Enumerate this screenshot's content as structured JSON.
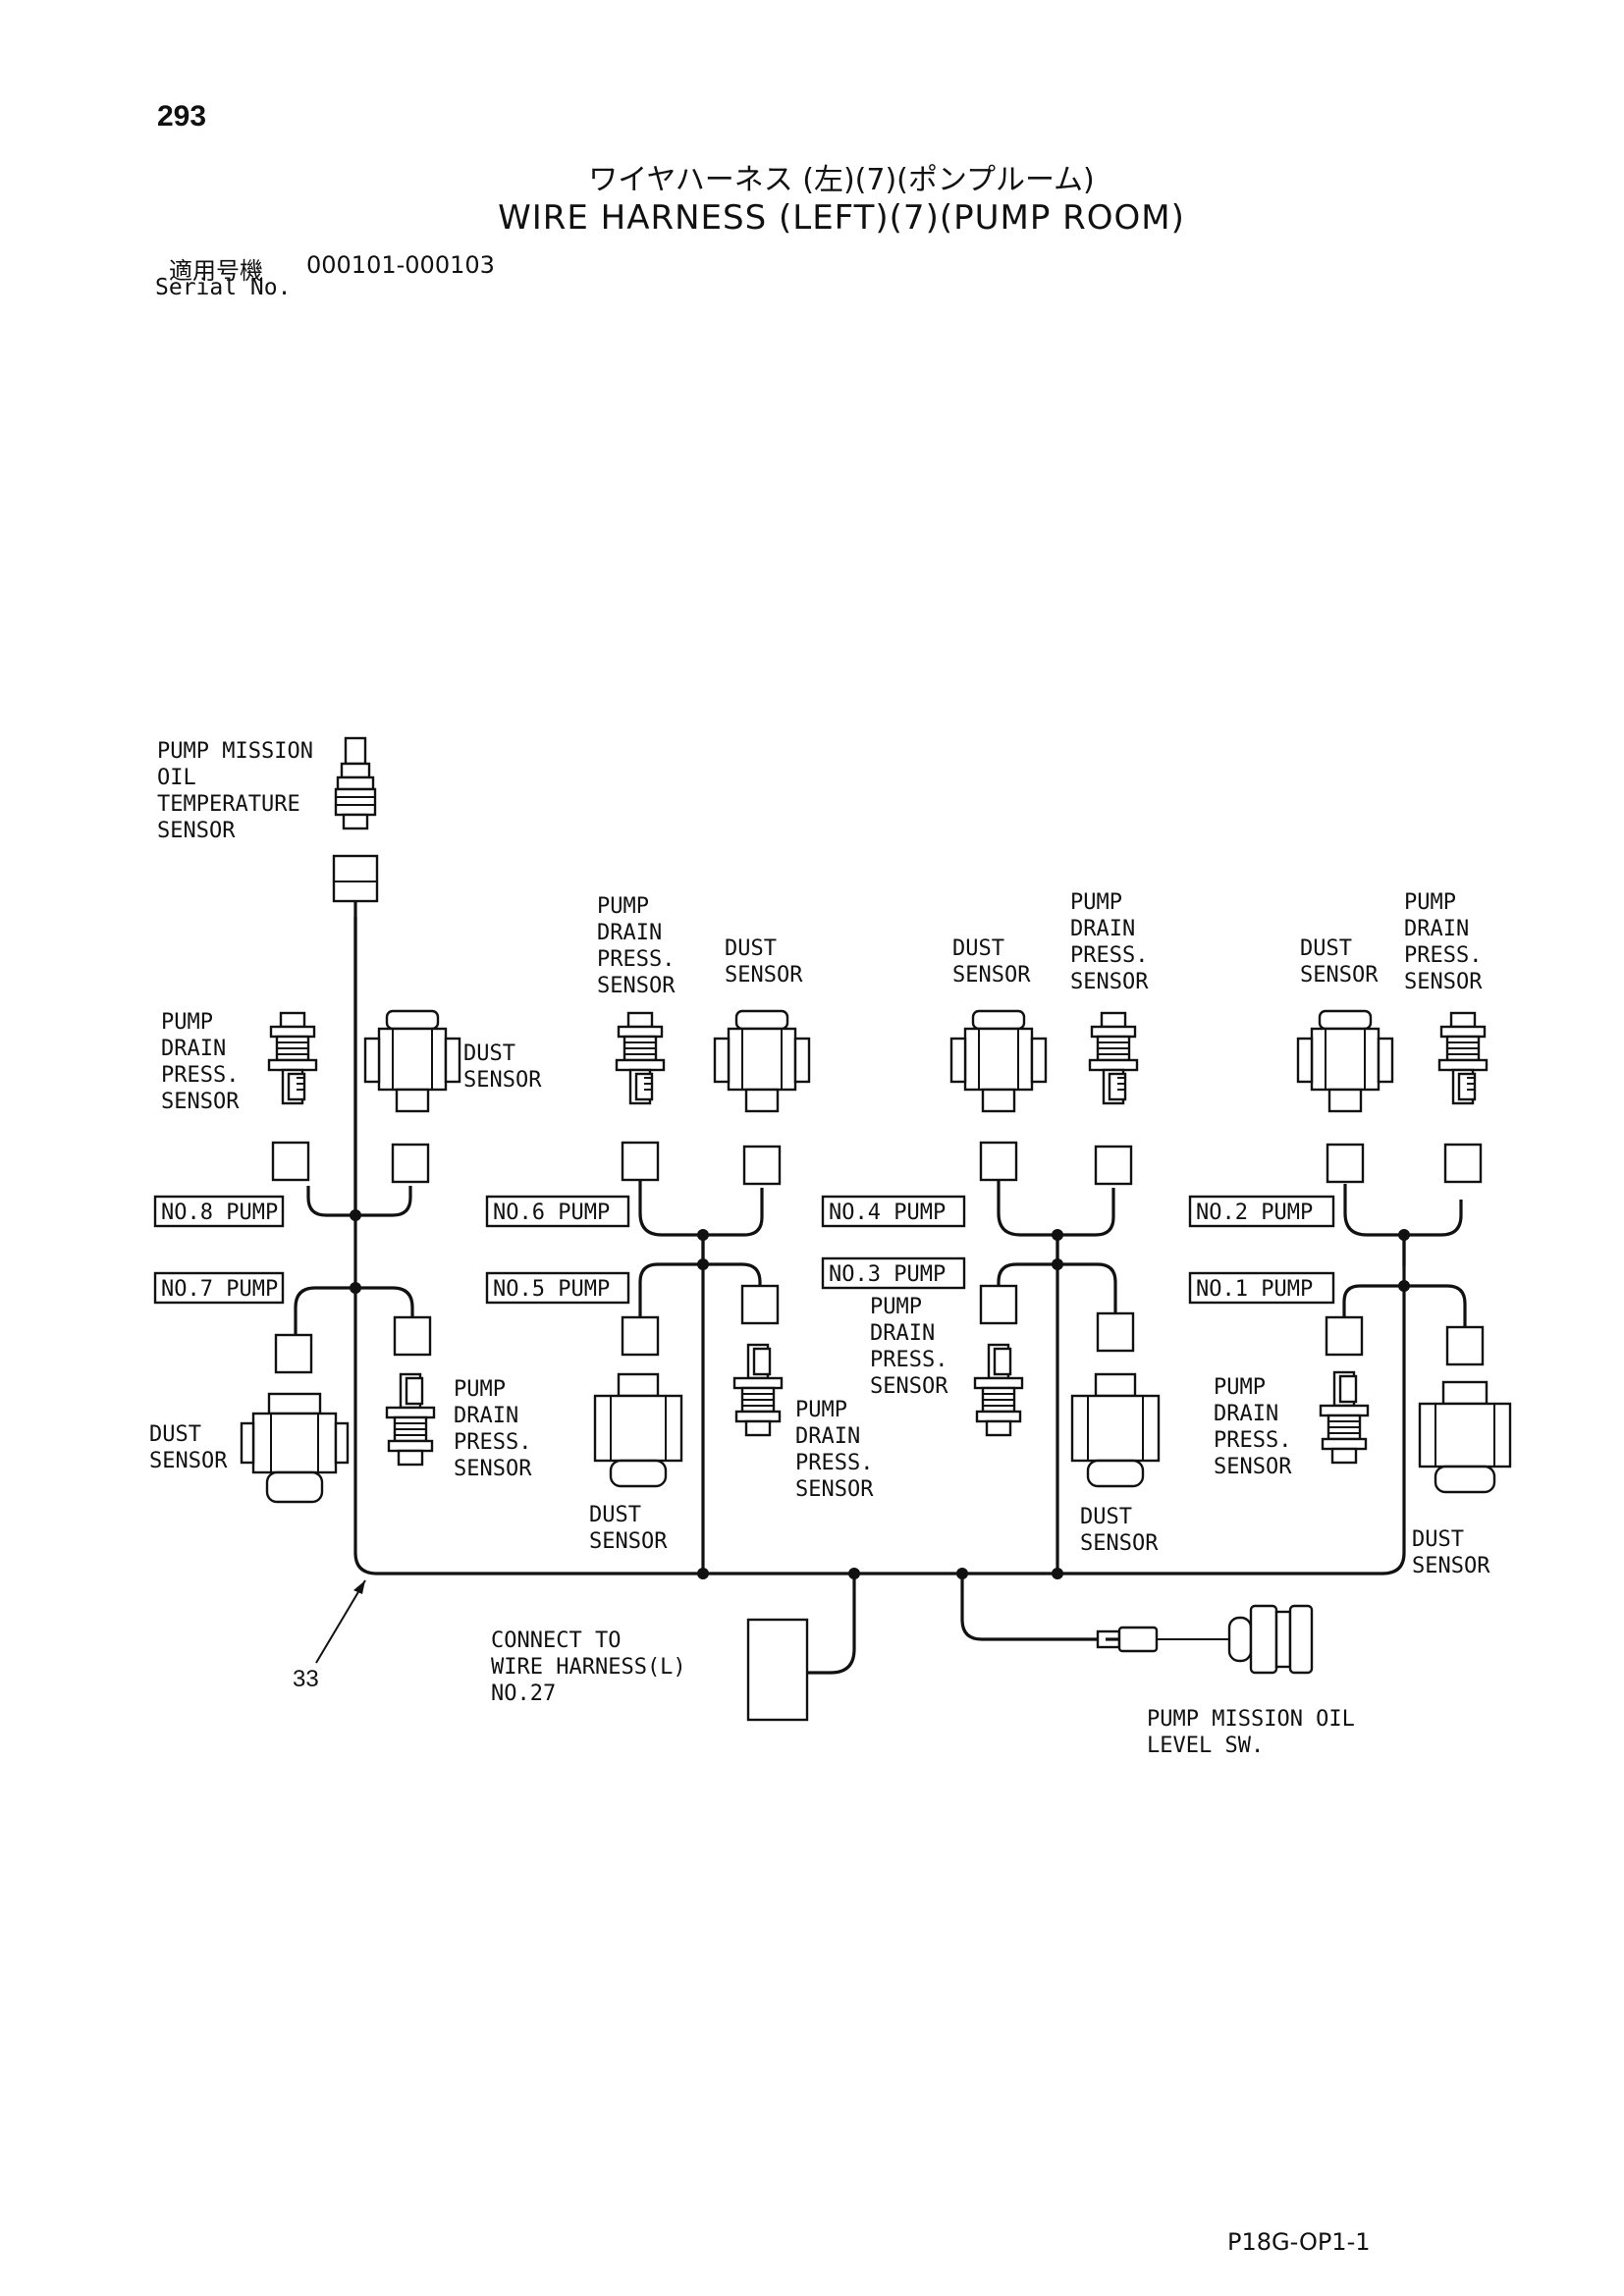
{
  "header": {
    "page_number": "293",
    "title_jp": "ワイヤハーネス (左)(7)(ポンプルーム)",
    "title_en": "WIRE HARNESS (LEFT)(7)(PUMP ROOM)",
    "serial_label_jp": "適用号機",
    "serial_value": "000101-000103",
    "serial_label_en": "Serial No."
  },
  "labels": {
    "temp_sensor": [
      "PUMP MISSION",
      "OIL",
      "TEMPERATURE",
      "SENSOR"
    ],
    "pump_drain_press_sensor": [
      "PUMP",
      "DRAIN",
      "PRESS.",
      "SENSOR"
    ],
    "dust_sensor": [
      "DUST",
      "SENSOR"
    ],
    "connect_to": [
      "CONNECT TO",
      "WIRE HARNESS(L)",
      "NO.27"
    ],
    "level_sw": [
      "PUMP MISSION OIL",
      "LEVEL SW."
    ],
    "callout_number": "33"
  },
  "pump_tags": [
    "NO.8 PUMP",
    "NO.7 PUMP",
    "NO.6 PUMP",
    "NO.5 PUMP",
    "NO.4 PUMP",
    "NO.3 PUMP",
    "NO.2 PUMP",
    "NO.1 PUMP"
  ],
  "footer": {
    "code": "P18G-OP1-1"
  }
}
